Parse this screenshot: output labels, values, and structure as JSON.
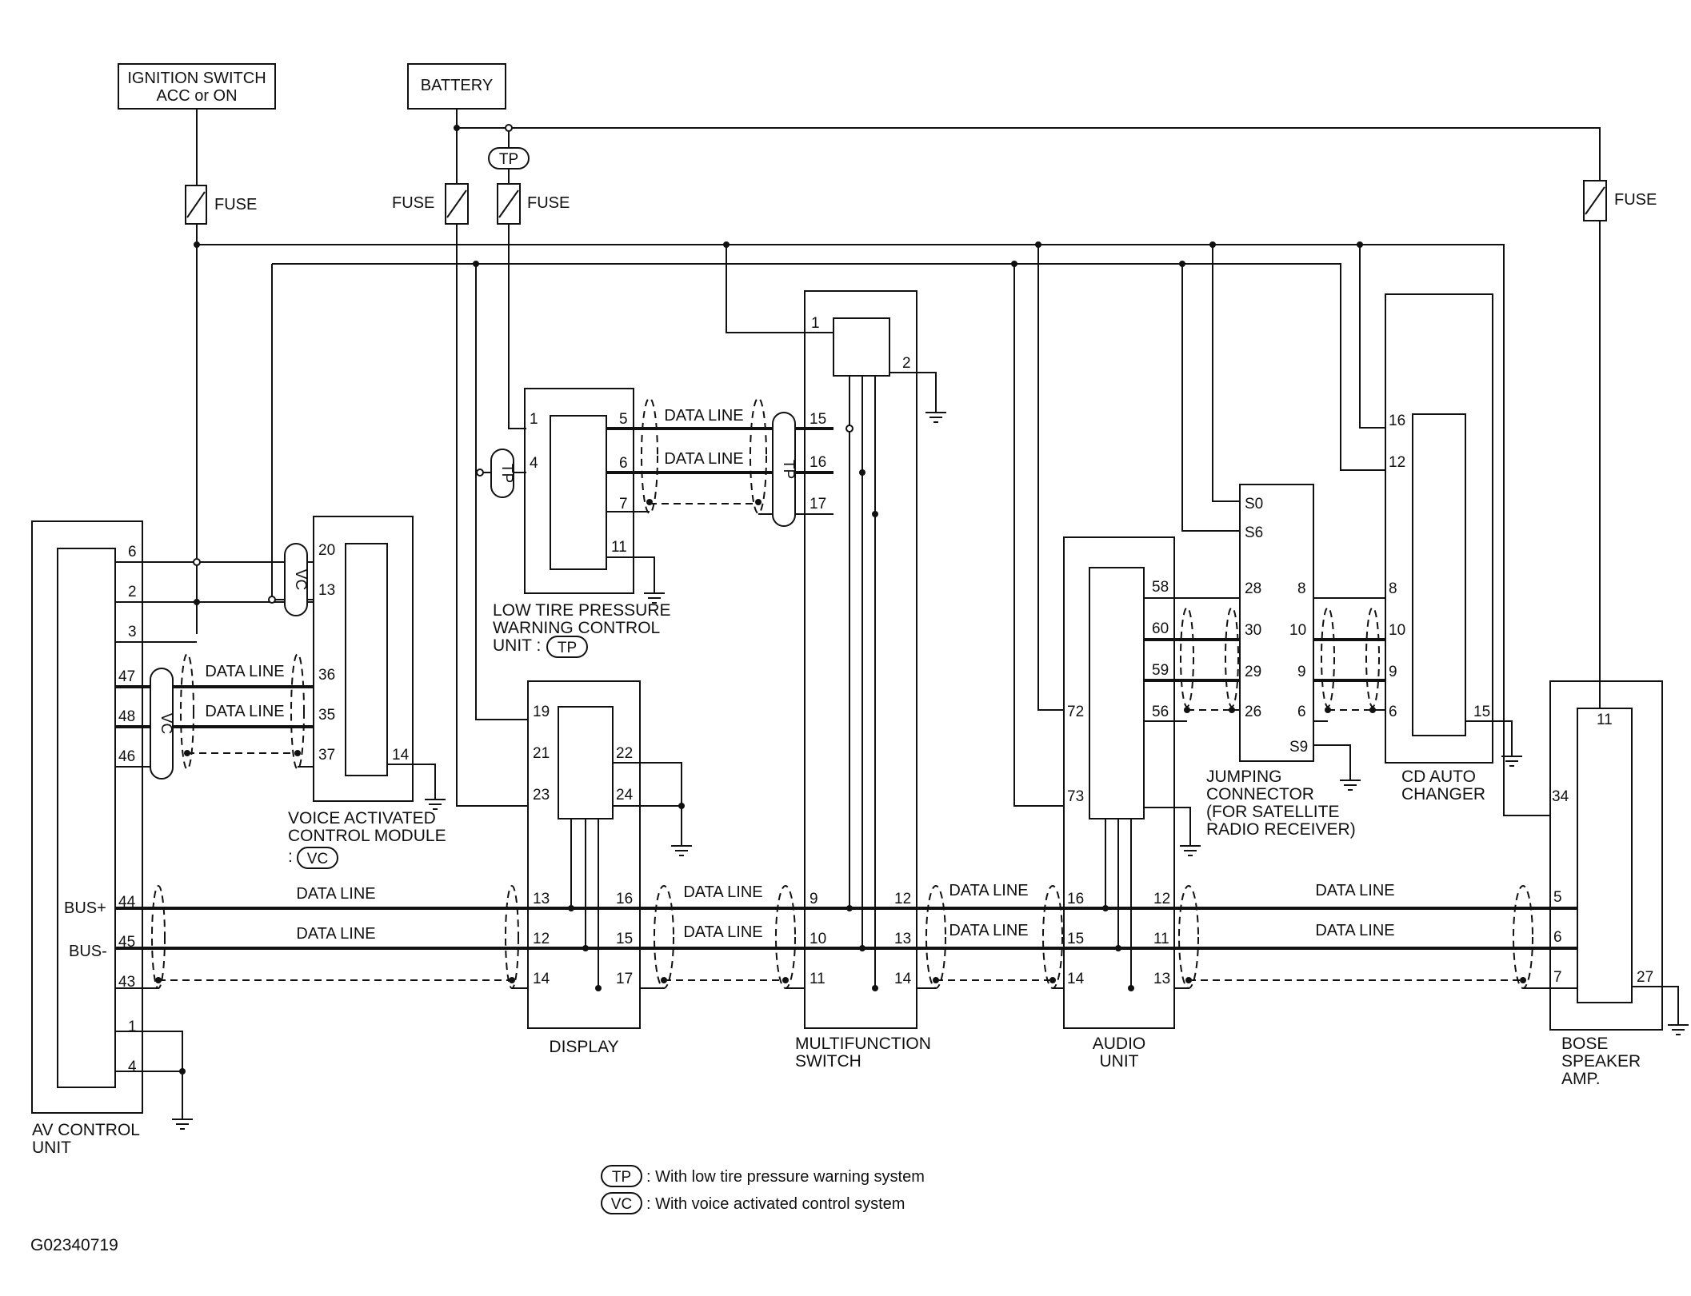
{
  "title_codes": {
    "code": "G02340719"
  },
  "sources": {
    "ignition": [
      "IGNITION SWITCH",
      "ACC or ON"
    ],
    "battery": "BATTERY",
    "fuse": "FUSE"
  },
  "components": {
    "av_control_unit": [
      "AV CONTROL",
      "UNIT"
    ],
    "voice_module": [
      "VOICE ACTIVATED",
      "CONTROL MODULE"
    ],
    "tire_unit": [
      "LOW TIRE PRESSURE",
      "WARNING CONTROL",
      "UNIT :"
    ],
    "display": "DISPLAY",
    "multifunction": [
      "MULTIFUNCTION",
      "SWITCH"
    ],
    "audio_unit": [
      "AUDIO",
      "UNIT"
    ],
    "jumping_connector": [
      "JUMPING",
      "CONNECTOR",
      "(FOR SATELLITE",
      "RADIO RECEIVER)"
    ],
    "cd_changer": [
      "CD AUTO",
      "CHANGER"
    ],
    "bose_amp": [
      "BOSE",
      "SPEAKER",
      "AMP."
    ]
  },
  "signals": {
    "data_line": "DATA LINE",
    "bus_plus": "BUS+",
    "bus_minus": "BUS-"
  },
  "options": {
    "tp": "TP",
    "vc": "VC",
    "vc_prefix": ":"
  },
  "legend": [
    {
      "tag": "TP",
      "text": ": With low tire pressure warning system"
    },
    {
      "tag": "VC",
      "text": ": With voice activated control system"
    }
  ],
  "pins": {
    "av": [
      "6",
      "2",
      "3",
      "47",
      "48",
      "46",
      "44",
      "45",
      "43",
      "1",
      "4"
    ],
    "voice": [
      "20",
      "13",
      "36",
      "35",
      "37",
      "14"
    ],
    "tire": [
      "1",
      "4",
      "5",
      "6",
      "7",
      "11"
    ],
    "display": [
      "19",
      "21",
      "23",
      "22",
      "24",
      "13",
      "12",
      "14",
      "16",
      "15",
      "17"
    ],
    "multi": [
      "1",
      "2",
      "15",
      "16",
      "17",
      "9",
      "10",
      "11",
      "12",
      "13",
      "14"
    ],
    "audio": [
      "58",
      "60",
      "59",
      "56",
      "72",
      "73",
      "16",
      "15",
      "14",
      "12",
      "11",
      "13"
    ],
    "jump": [
      "S0",
      "S6",
      "28",
      "30",
      "29",
      "26",
      "8",
      "10",
      "9",
      "6",
      "S9"
    ],
    "cd": [
      "16",
      "12",
      "8",
      "10",
      "9",
      "6",
      "15"
    ],
    "bose": [
      "11",
      "34",
      "5",
      "6",
      "7",
      "27"
    ]
  }
}
